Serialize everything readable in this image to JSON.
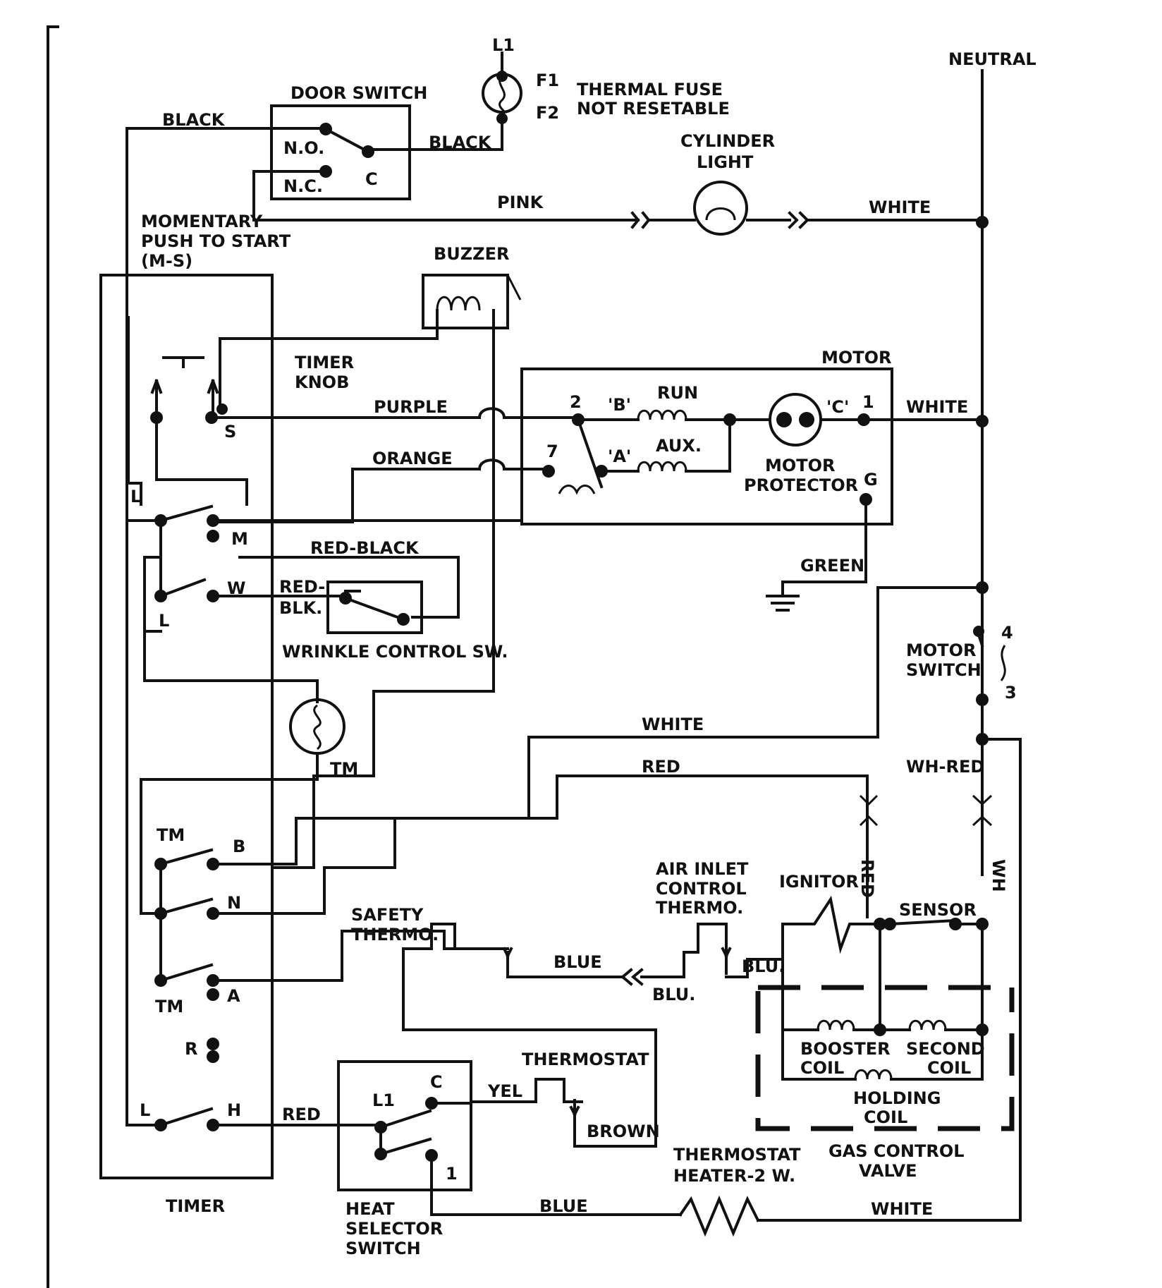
{
  "labels": {
    "neutral": "NEUTRAL",
    "l1_top": "L1",
    "f1": "F1",
    "f2": "F2",
    "thermal_fuse_1": "THERMAL FUSE",
    "thermal_fuse_2": "NOT RESETABLE",
    "door_switch": "DOOR SWITCH",
    "no": "N.O.",
    "nc": "N.C.",
    "c_door": "C",
    "black_left": "BLACK",
    "black_right": "BLACK",
    "cylinder_light_1": "CYLINDER",
    "cylinder_light_2": "LIGHT",
    "pink": "PINK",
    "white_top": "WHITE",
    "momentary_1": "MOMENTARY",
    "momentary_2": "PUSH TO START",
    "momentary_3": "(M-S)",
    "buzzer": "BUZZER",
    "timer_knob_1": "TIMER",
    "timer_knob_2": "KNOB",
    "motor": "MOTOR",
    "purple": "PURPLE",
    "s": "S",
    "orange": "ORANGE",
    "t2": "2",
    "b_quote": "'B'",
    "run": "RUN",
    "c_quote": "'C'",
    "t1": "1",
    "white_motor": "WHITE",
    "t7": "7",
    "a_quote": "'A'",
    "aux": "AUX.",
    "motor_protector_1": "MOTOR",
    "motor_protector_2": "PROTECTOR",
    "g": "G",
    "l_upper": "L",
    "m": "M",
    "red_black": "RED-BLACK",
    "green": "GREEN",
    "w": "W",
    "red_blk_1": "RED-",
    "red_blk_2": "BLK.",
    "l_mid": "L",
    "wrinkle": "WRINKLE CONTROL SW.",
    "motor_switch_1": "MOTOR",
    "motor_switch_2": "SWITCH",
    "ms4": "4",
    "ms3": "3",
    "tm_motor": "TM",
    "white_mid": "WHITE",
    "red_mid": "RED",
    "wh_red": "WH-RED",
    "tm1": "TM",
    "b": "B",
    "n": "N",
    "red_v": "RED",
    "wh_v": "WH",
    "air_inlet_1": "AIR INLET",
    "air_inlet_2": "CONTROL",
    "air_inlet_3": "THERMO.",
    "ignitor": "IGNITOR",
    "safety_1": "SAFETY",
    "safety_2": "THERMO.",
    "sensor": "SENSOR",
    "blue_mid": "BLUE",
    "blu_1": "BLU.",
    "blu_2": "BLU.",
    "tm2": "TM",
    "a": "A",
    "r": "R",
    "booster_1": "BOOSTER",
    "booster_2": "COIL",
    "second_1": "SECOND",
    "second_2": "COIL",
    "thermostat": "THERMOSTAT",
    "holding_1": "HOLDING",
    "holding_2": "COIL",
    "l_low": "L",
    "h": "H",
    "red_low": "RED",
    "l1_hs": "L1",
    "c_hs": "C",
    "yel": "YEL",
    "brown": "BROWN",
    "gas_1": "GAS CONTROL",
    "gas_2": "VALVE",
    "t_heater_1": "THERMOSTAT",
    "t_heater_2": "HEATER-2 W.",
    "one_hs": "1",
    "timer": "TIMER",
    "blue_low": "BLUE",
    "white_low": "WHITE",
    "heat_1": "HEAT",
    "heat_2": "SELECTOR",
    "heat_3": "SWITCH"
  }
}
